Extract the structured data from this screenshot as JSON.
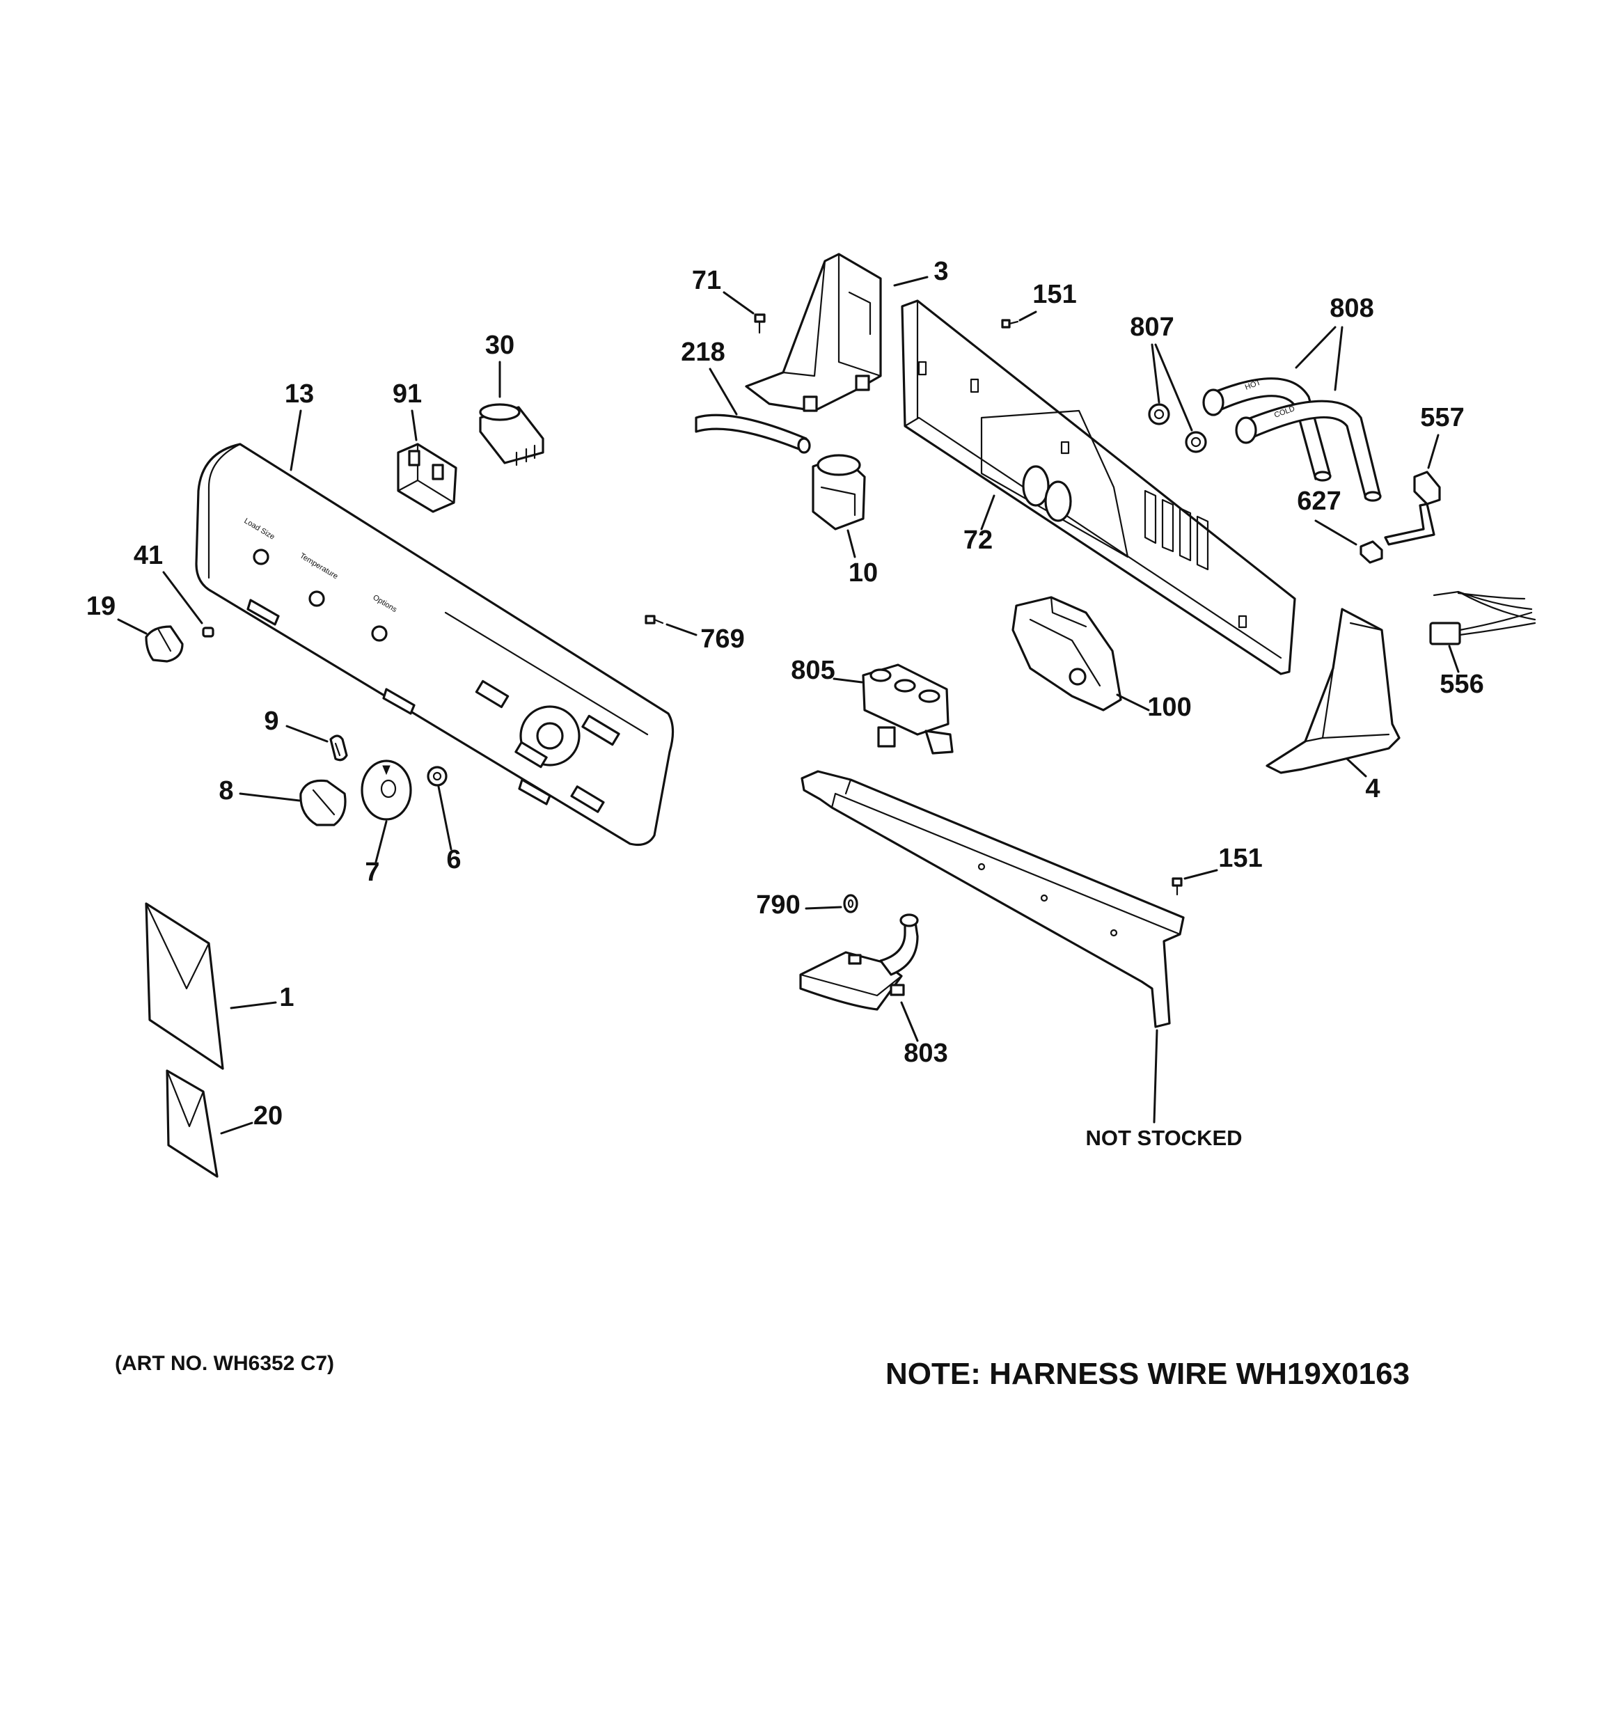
{
  "callouts": {
    "c1": "1",
    "c3": "3",
    "c4": "4",
    "c6": "6",
    "c7": "7",
    "c8": "8",
    "c9": "9",
    "c10": "10",
    "c13": "13",
    "c19": "19",
    "c20": "20",
    "c30": "30",
    "c41": "41",
    "c71": "71",
    "c72": "72",
    "c91": "91",
    "c100": "100",
    "c151a": "151",
    "c151b": "151",
    "c218": "218",
    "c556": "556",
    "c557": "557",
    "c627": "627",
    "c769": "769",
    "c790": "790",
    "c803": "803",
    "c805": "805",
    "c807": "807",
    "c808": "808"
  },
  "panel_labels": {
    "load_size": "Load Size",
    "temperature": "Temperature",
    "options": "Options"
  },
  "hose_labels": {
    "hot": "HOT",
    "cold": "COLD"
  },
  "not_stocked": "NOT STOCKED",
  "art_no": "(ART NO. WH6352 C7)",
  "note": "NOTE: HARNESS WIRE WH19X0163"
}
